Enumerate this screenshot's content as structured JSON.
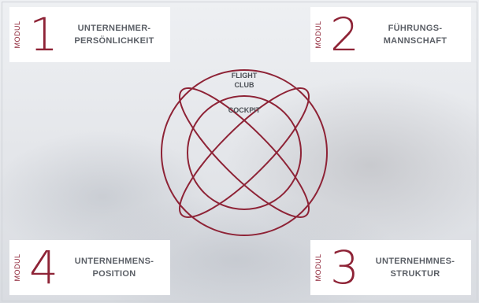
{
  "modules": [
    {
      "id": "m1",
      "prefix": "MODUL",
      "number": "1",
      "title_line1": "UNTERNEHMER-",
      "title_line2": "PERSÖNLICHKEIT"
    },
    {
      "id": "m2",
      "prefix": "MODUL",
      "number": "2",
      "title_line1": "FÜHRUNGS-",
      "title_line2": "MANNSCHAFT"
    },
    {
      "id": "m4",
      "prefix": "MODUL",
      "number": "4",
      "title_line1": "UNTERNEHMENS-",
      "title_line2": "POSITION"
    },
    {
      "id": "m3",
      "prefix": "MODUL",
      "number": "3",
      "title_line1": "UNTERNEHMNES-",
      "title_line2": "STRUKTUR"
    }
  ],
  "diagram": {
    "outer_label_line1": "FLIGHT",
    "outer_label_line2": "CLUB",
    "inner_label": "COCKPIT"
  },
  "colors": {
    "accent": "#8e2336",
    "text": "#5b5f66",
    "card_background": "#ffffff"
  }
}
